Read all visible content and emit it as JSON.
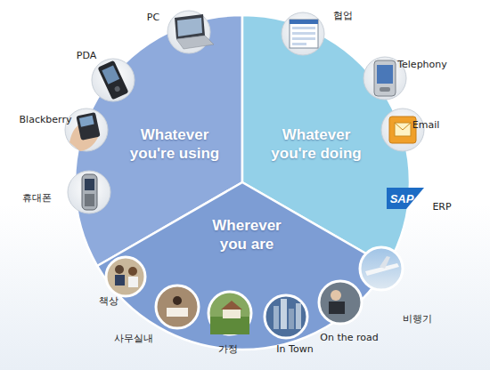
{
  "diagram": {
    "nodes": [
      {
        "text": [
          "Whatever you're using"
        ]
      },
      {
        "text": [
          "Whatever you're doing"
        ]
      },
      {
        "text": [
          "Wherever you are"
        ]
      }
    ],
    "labels": [
      "PC",
      "PDA",
      "Blackberry",
      "휴대폰",
      "협업",
      "Telephony",
      "Email",
      "SAP",
      "ERP",
      "책상",
      "사무실내",
      "가정",
      "In Town",
      "On the road",
      "비행기"
    ]
  }
}
